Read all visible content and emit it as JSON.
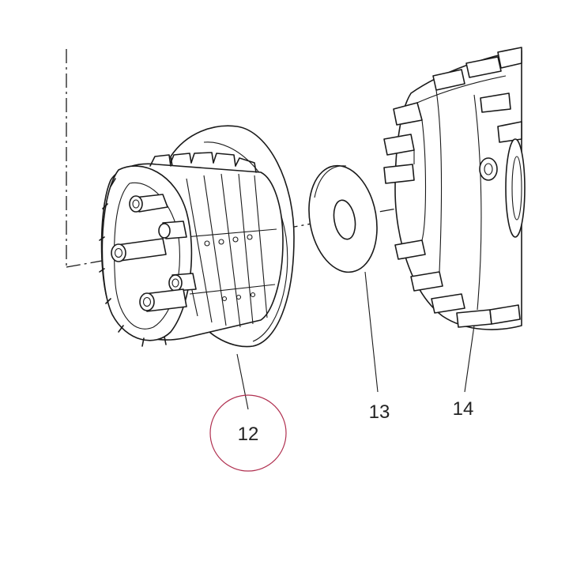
{
  "parts": [
    {
      "number": "12",
      "highlighted": true
    },
    {
      "number": "13",
      "highlighted": false
    },
    {
      "number": "14",
      "highlighted": false
    }
  ],
  "colors": {
    "line": "#1a1a1a",
    "highlight_circle": "#b03050",
    "background": "#ffffff"
  }
}
